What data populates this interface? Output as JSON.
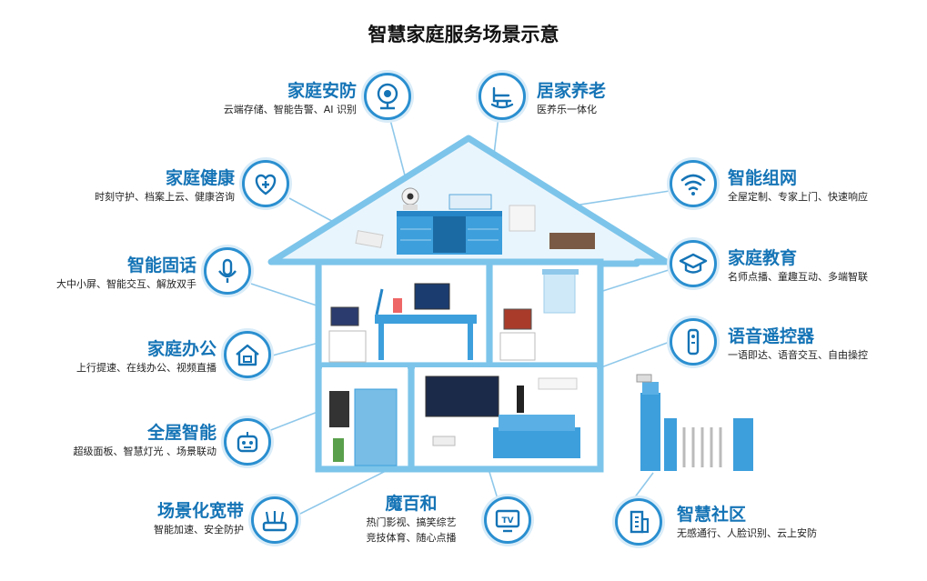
{
  "title": "智慧家庭服务场景示意",
  "features": [
    {
      "id": "home-security",
      "title": "家庭安防",
      "desc": "云端存储、智能告警、AI 识别",
      "icon": "camera-icon"
    },
    {
      "id": "elderly-care",
      "title": "居家养老",
      "desc": "医养乐一体化",
      "icon": "rocking-chair-icon"
    },
    {
      "id": "home-health",
      "title": "家庭健康",
      "desc": "时刻守护、档案上云、健康咨询",
      "icon": "heart-plus-icon"
    },
    {
      "id": "smart-network",
      "title": "智能组网",
      "desc": "全屋定制、专家上门、快速响应",
      "icon": "wifi-icon"
    },
    {
      "id": "smart-landline",
      "title": "智能固话",
      "desc": "大中小屏、智能交互、解放双手",
      "icon": "microphone-icon"
    },
    {
      "id": "home-education",
      "title": "家庭教育",
      "desc": "名师点播、童趣互动、多端智联",
      "icon": "graduation-cap-icon"
    },
    {
      "id": "home-office",
      "title": "家庭办公",
      "desc": "上行提速、在线办公、视频直播",
      "icon": "home-icon"
    },
    {
      "id": "voice-remote",
      "title": "语音遥控器",
      "desc": "一语即达、语音交互、自由操控",
      "icon": "remote-control-icon"
    },
    {
      "id": "whole-house",
      "title": "全屋智能",
      "desc": "超级面板、智慧灯光 、场景联动",
      "icon": "robot-icon"
    },
    {
      "id": "scene-broadband",
      "title": "场景化宽带",
      "desc": "智能加速、安全防护",
      "icon": "router-icon"
    },
    {
      "id": "mobaihe",
      "title": "魔百和",
      "desc": "热门影视、搞笑综艺",
      "desc2": "竞技体育、随心点播",
      "icon": "tv-icon"
    },
    {
      "id": "smart-community",
      "title": "智慧社区",
      "desc": "无感通行、人脸识别、云上安防",
      "icon": "building-icon"
    }
  ],
  "tv_icon_text": "TV",
  "colors": {
    "accent": "#1574b6",
    "ring": "#2a8fd0",
    "house_line": "#7cc4ea",
    "house_fill": "#e9f5fc",
    "furniture": "#3d9fdc"
  }
}
